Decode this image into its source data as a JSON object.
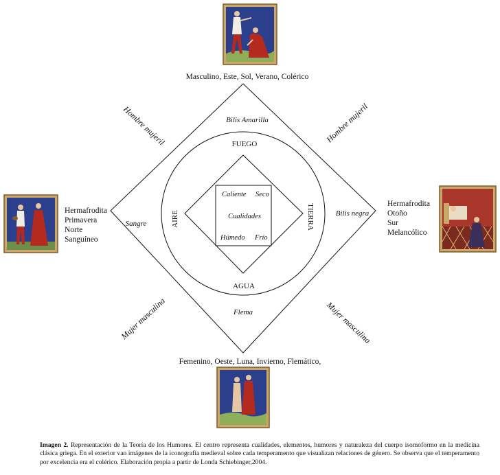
{
  "top_label": "Masculino, Este, Sol, Verano, Colérico",
  "bottom_label": "Femenino, Oeste, Luna, Invierno, Flemático,",
  "left_list": [
    "Hermafrodita",
    "Primavera",
    "Norte",
    "Sanguíneo"
  ],
  "right_list": [
    "Hermafrodita",
    "Otoño",
    "Sur",
    "Melancólico"
  ],
  "diagonals": {
    "top_left": "Hombre mujeril",
    "top_right": "Hombre mujeril",
    "bottom_left": "Mujer masculina",
    "bottom_right": "Mujer masculina"
  },
  "humors": {
    "top": "Bilis Amarilla",
    "left": "Sangre",
    "right": "Bilis negra",
    "bottom": "Flema"
  },
  "elements": {
    "top": "FUEGO",
    "left": "AIRE",
    "right": "TIERRA",
    "bottom": "AGUA"
  },
  "qualities": {
    "hot": "Caliente",
    "dry": "Seco",
    "center": "Cualidades",
    "wet": "Húmedo",
    "cold": "Frío"
  },
  "caption": {
    "lead": "Imagen 2.",
    "text": " Representación de la Teoría de los Humores. El centro representa cualidades, elementos, humores y naturaleza del cuerpo isomoformo en la medicina clásica griega. En el exterior van imágenes de la iconografía medieval sobre cada temperamento que visualizan relaciones de género. Se observa que el temperamento por excelencia era el colérico. Elaboración propia a partir de Londa Schiebinger,2004."
  },
  "colors": {
    "miniature_blue": "#2c3f8c",
    "miniature_red": "#b52a1f",
    "miniature_frame": "#c9a86a",
    "line": "#111111"
  }
}
